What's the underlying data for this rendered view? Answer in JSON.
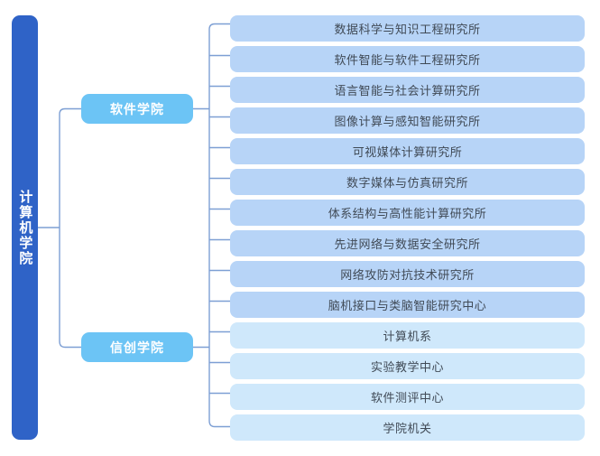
{
  "diagram": {
    "type": "organization-tree",
    "orientation": "left-to-right",
    "root": {
      "label": "计算机学院",
      "color": "#2f63c7",
      "text_color": "#ffffff",
      "text_orientation": "vertical"
    },
    "branches": [
      {
        "id": "software-academy",
        "label": "软件学院",
        "color": "#6cc4f5",
        "text_color": "#ffffff"
      },
      {
        "id": "xinchuang-academy",
        "label": "信创学院",
        "color": "#6cc4f5",
        "text_color": "#ffffff"
      }
    ],
    "leaves": [
      {
        "label": "数据科学与知识工程研究所",
        "tone": "dark",
        "color": "#b7d4f7"
      },
      {
        "label": "软件智能与软件工程研究所",
        "tone": "dark",
        "color": "#b7d4f7"
      },
      {
        "label": "语言智能与社会计算研究所",
        "tone": "dark",
        "color": "#b7d4f7"
      },
      {
        "label": "图像计算与感知智能研究所",
        "tone": "dark",
        "color": "#b7d4f7"
      },
      {
        "label": "可视媒体计算研究所",
        "tone": "dark",
        "color": "#b7d4f7"
      },
      {
        "label": "数字媒体与仿真研究所",
        "tone": "dark",
        "color": "#b7d4f7"
      },
      {
        "label": "体系结构与高性能计算研究所",
        "tone": "dark",
        "color": "#b7d4f7"
      },
      {
        "label": "先进网络与数据安全研究所",
        "tone": "dark",
        "color": "#b7d4f7"
      },
      {
        "label": "网络攻防对抗技术研究所",
        "tone": "dark",
        "color": "#b7d4f7"
      },
      {
        "label": "脑机接口与类脑智能研究中心",
        "tone": "dark",
        "color": "#b7d4f7"
      },
      {
        "label": "计算机系",
        "tone": "light",
        "color": "#cfe8fb"
      },
      {
        "label": "实验教学中心",
        "tone": "light",
        "color": "#cfe8fb"
      },
      {
        "label": "软件测评中心",
        "tone": "light",
        "color": "#cfe8fb"
      },
      {
        "label": "学院机关",
        "tone": "light",
        "color": "#cfe8fb"
      }
    ],
    "connector_color": "#7d9fd4"
  }
}
